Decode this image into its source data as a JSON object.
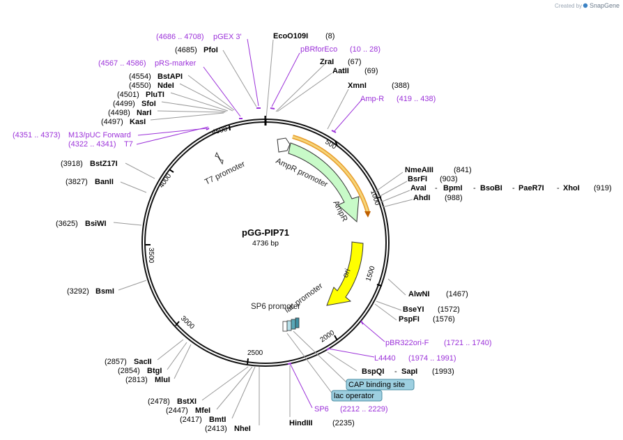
{
  "credit": {
    "created_by": "Created by",
    "app": "SnapGene"
  },
  "plasmid": {
    "name": "pGG-PIP71",
    "length_label": "4736 bp",
    "length": 4736
  },
  "colors": {
    "ring": "#111111",
    "primer": "#9b30d9",
    "ampr": "#c8fac8",
    "ori": "#ffff00",
    "bubble": "#9dcfe0",
    "lac": "#5aa8b8"
  },
  "ticks": [
    {
      "pos": 500,
      "label": "500"
    },
    {
      "pos": 1000,
      "label": "1000"
    },
    {
      "pos": 1500,
      "label": "1500"
    },
    {
      "pos": 2000,
      "label": "2000"
    },
    {
      "pos": 2500,
      "label": "2500"
    },
    {
      "pos": 3000,
      "label": "3000"
    },
    {
      "pos": 3500,
      "label": "3500"
    },
    {
      "pos": 4000,
      "label": "4000"
    },
    {
      "pos": 4500,
      "label": "4500"
    }
  ],
  "enzymes": [
    {
      "id": "ecoo109i",
      "name": "EcoO109I",
      "pos": "(8)"
    },
    {
      "id": "zrai",
      "name": "ZraI",
      "pos": "(67)"
    },
    {
      "id": "aatii",
      "name": "AatII",
      "pos": "(69)"
    },
    {
      "id": "xmni",
      "name": "XmnI",
      "pos": "(388)"
    },
    {
      "id": "nmeaiii",
      "name": "NmeAIII",
      "pos": "(841)"
    },
    {
      "id": "bsrfi",
      "name": "BsrFI",
      "pos": "(903)"
    },
    {
      "id": "avai",
      "name": "AvaI",
      "pos": "(919)",
      "others": [
        "BpmI",
        "BsoBI",
        "PaeR7I",
        "XhoI"
      ]
    },
    {
      "id": "ahdi",
      "name": "AhdI",
      "pos": "(988)"
    },
    {
      "id": "alwni",
      "name": "AlwNI",
      "pos": "(1467)"
    },
    {
      "id": "bseyi",
      "name": "BseYI",
      "pos": "(1572)"
    },
    {
      "id": "pspfi",
      "name": "PspFI",
      "pos": "(1576)"
    },
    {
      "id": "bspqi",
      "name": "BspQI",
      "pos": "(1993)",
      "others": [
        "SapI"
      ]
    },
    {
      "id": "hindiii",
      "name": "HindIII",
      "pos": "(2235)"
    },
    {
      "id": "nhei",
      "name": "NheI",
      "pos": "(2413)"
    },
    {
      "id": "bmti",
      "name": "BmtI",
      "pos": "(2417)"
    },
    {
      "id": "mfei",
      "name": "MfeI",
      "pos": "(2447)"
    },
    {
      "id": "bstxi",
      "name": "BstXI",
      "pos": "(2478)"
    },
    {
      "id": "mlui",
      "name": "MluI",
      "pos": "(2813)"
    },
    {
      "id": "btgi",
      "name": "BtgI",
      "pos": "(2854)"
    },
    {
      "id": "sacii",
      "name": "SacII",
      "pos": "(2857)"
    },
    {
      "id": "bsmi",
      "name": "BsmI",
      "pos": "(3292)"
    },
    {
      "id": "bsiwi",
      "name": "BsiWI",
      "pos": "(3625)"
    },
    {
      "id": "banii",
      "name": "BanII",
      "pos": "(3827)"
    },
    {
      "id": "bstz17i",
      "name": "BstZ17I",
      "pos": "(3918)"
    },
    {
      "id": "kasi",
      "name": "KasI",
      "pos": "(4497)"
    },
    {
      "id": "nari",
      "name": "NarI",
      "pos": "(4498)"
    },
    {
      "id": "sfoi",
      "name": "SfoI",
      "pos": "(4499)"
    },
    {
      "id": "pluti",
      "name": "PluTI",
      "pos": "(4501)"
    },
    {
      "id": "ndei",
      "name": "NdeI",
      "pos": "(4550)"
    },
    {
      "id": "bstapi",
      "name": "BstAPI",
      "pos": "(4554)"
    },
    {
      "id": "pfoi",
      "name": "PfoI",
      "pos": "(4685)"
    }
  ],
  "primers": [
    {
      "id": "pgex3",
      "name": "pGEX 3'",
      "range": "(4686 .. 4708)"
    },
    {
      "id": "pbrforeco",
      "name": "pBRforEco",
      "range": "(10 .. 28)"
    },
    {
      "id": "prsmarker",
      "name": "pRS-marker",
      "range": "(4567 .. 4586)"
    },
    {
      "id": "ampr",
      "name": "Amp-R",
      "range": "(419 .. 438)"
    },
    {
      "id": "m13puc",
      "name": "M13/pUC Forward",
      "range": "(4351 .. 4373)"
    },
    {
      "id": "t7",
      "name": "T7",
      "range": "(4322 .. 4341)"
    },
    {
      "id": "pbr322ori",
      "name": "pBR322ori-F",
      "range": "(1721 .. 1740)"
    },
    {
      "id": "l4440",
      "name": "L4440",
      "range": "(1974 .. 1991)"
    },
    {
      "id": "sp6",
      "name": "SP6",
      "range": "(2212 .. 2229)"
    }
  ],
  "features": {
    "ampr_promoter": "AmpR promoter",
    "ampr": "AmpR",
    "ori": "ori",
    "t7_promoter": "T7 promoter",
    "sp6_promoter": "SP6 promoter",
    "lac_promoter": "lac promoter",
    "cap_site": "CAP binding site",
    "lac_operator": "lac operator"
  }
}
